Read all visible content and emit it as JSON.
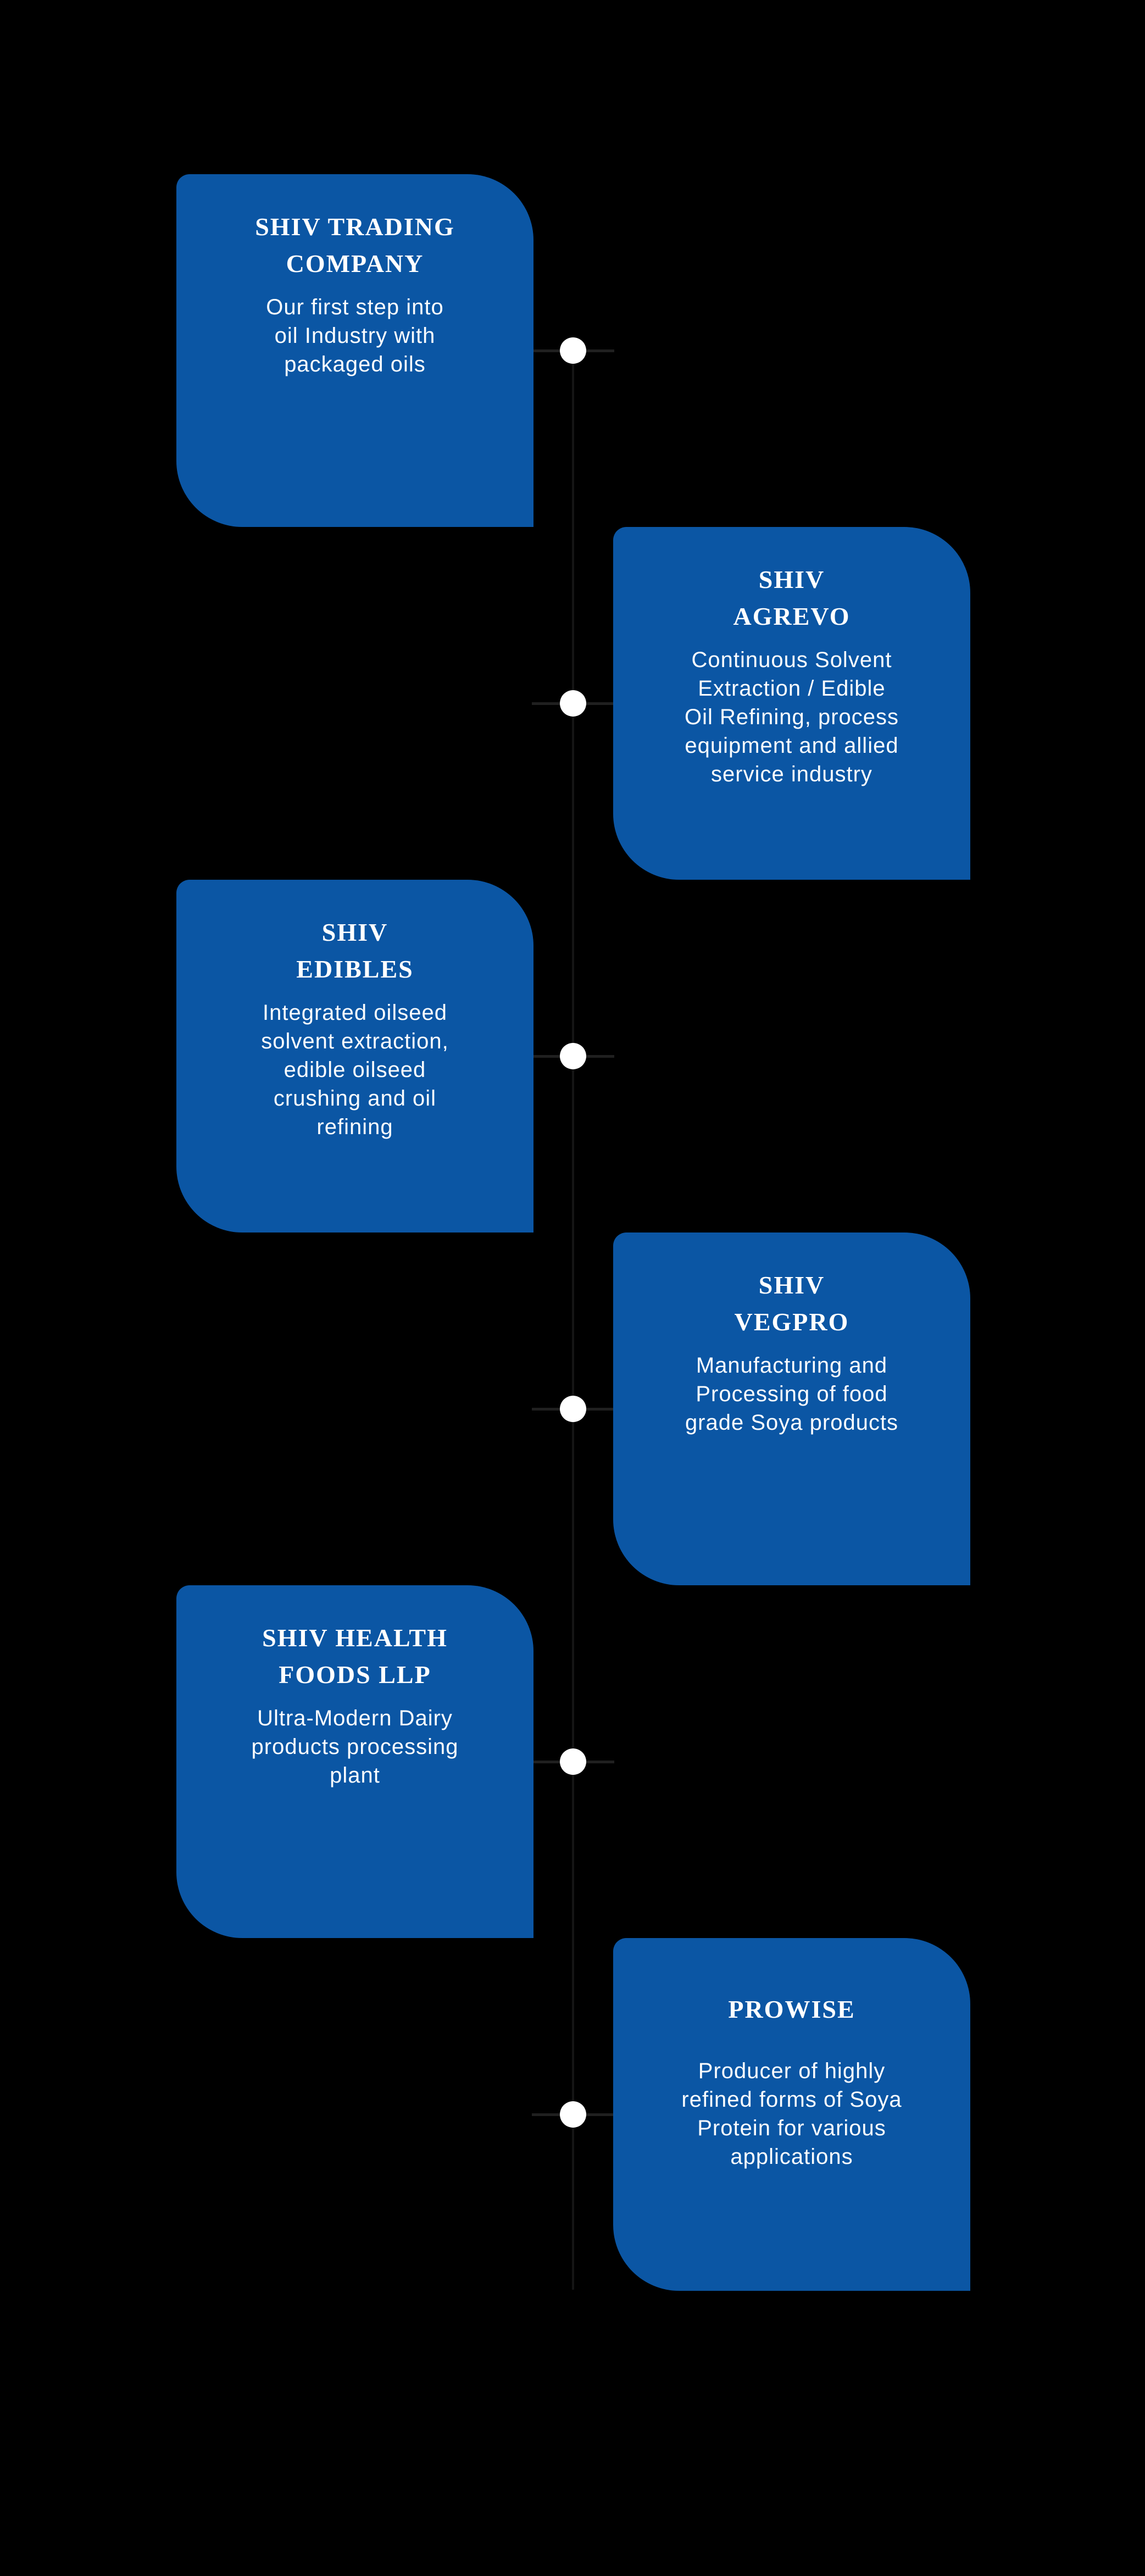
{
  "background_color": "#000000",
  "card_color": "#0B56A4",
  "title_color": "#FFFFFF",
  "body_color": "#FBFDFF",
  "dot_color": "#FFFFFF",
  "connector_color": "#202020",
  "spine_color": "#151515",
  "cards": [
    {
      "side": "left",
      "title": "SHIV TRADING\nCOMPANY",
      "body": "Our first step into\noil Industry with\npackaged oils"
    },
    {
      "side": "right",
      "title": "SHIV\nAGREVO",
      "body": "Continuous Solvent\nExtraction / Edible\nOil Refining, process\nequipment and allied\nservice industry"
    },
    {
      "side": "left",
      "title": "SHIV\nEDIBLES",
      "body": "Integrated oilseed\nsolvent extraction,\nedible oilseed\ncrushing and oil\nrefining"
    },
    {
      "side": "right",
      "title": "SHIV\nVEGPRO",
      "body": "Manufacturing and\nProcessing of food\ngrade Soya products"
    },
    {
      "side": "left",
      "title": "SHIV HEALTH\nFOODS LLP",
      "body": "Ultra-Modern Dairy\nproducts processing\nplant"
    },
    {
      "side": "right",
      "title": "PROWISE",
      "body": "Producer of highly\nrefined forms of Soya\nProtein for various\napplications"
    }
  ]
}
